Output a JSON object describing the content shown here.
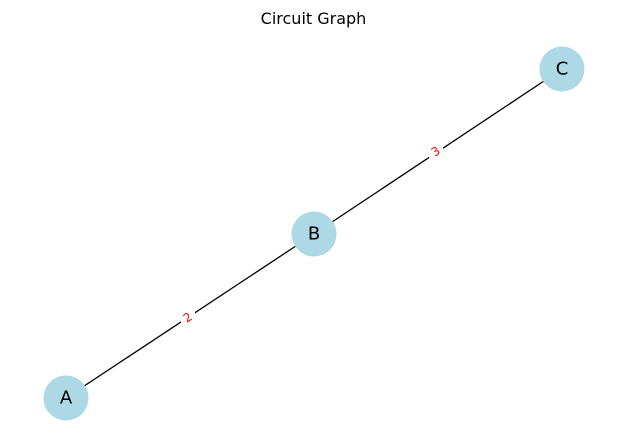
{
  "title": "Circuit Graph",
  "colors": {
    "node_fill": "#add8e6",
    "edge_stroke": "#000000",
    "edge_label": "#ff0000"
  },
  "nodes": [
    {
      "id": "A",
      "label": "A"
    },
    {
      "id": "B",
      "label": "B"
    },
    {
      "id": "C",
      "label": "C"
    }
  ],
  "edges": [
    {
      "from": "A",
      "to": "B",
      "weight": "2"
    },
    {
      "from": "B",
      "to": "C",
      "weight": "3"
    }
  ]
}
